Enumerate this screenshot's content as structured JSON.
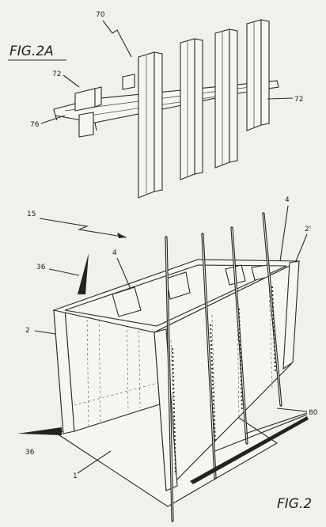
{
  "figures": {
    "fig2a": {
      "title": "FIG.2A",
      "refs": {
        "r70": "70",
        "r72a": "72",
        "r72b": "72",
        "r76": "76"
      }
    },
    "fig2": {
      "title": "FIG.2",
      "refs": {
        "r15": "15",
        "r4a": "4",
        "r4b": "4",
        "r2p": "2'",
        "r36a": "36",
        "r2": "2",
        "r36b": "36",
        "r80": "80",
        "r1": "1"
      }
    }
  }
}
